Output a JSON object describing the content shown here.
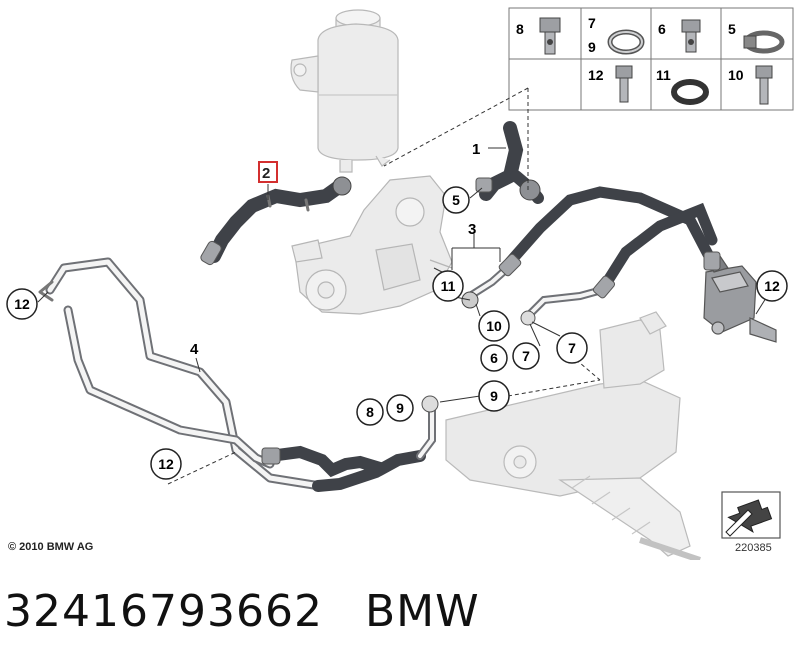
{
  "parts_table": [
    {
      "no": "8",
      "icon": "banjo-bolt-icon"
    },
    {
      "no": "7",
      "no2": "9",
      "icon": "sealing-ring-icon"
    },
    {
      "no": "6",
      "icon": "banjo-bolt-small-icon"
    },
    {
      "no": "5",
      "icon": "hose-clamp-icon"
    },
    {
      "no": "12",
      "icon": "hex-bolt-icon"
    },
    {
      "no": "11",
      "icon": "o-ring-icon"
    },
    {
      "no": "10",
      "icon": "hex-bolt-long-icon"
    }
  ],
  "callouts": {
    "part2": "2",
    "part1": "1",
    "part3": "3",
    "part4": "4",
    "c5": "5",
    "c11": "11",
    "c10": "10",
    "c6": "6",
    "c7a": "7",
    "c7b": "7",
    "c12a": "12",
    "c12b": "12",
    "c12c": "12",
    "c8": "8",
    "c9a": "9",
    "c9b": "9"
  },
  "colors": {
    "highlight": "#d32f2f",
    "hose": "#3f4248",
    "ghost": "#e6e6e6",
    "ghost_stroke": "#b9b9b9",
    "line": "#333333"
  },
  "footer": {
    "copyright": "© 2010 BMW AG",
    "image_no": "220385"
  },
  "caption": {
    "part_number": "32416793662",
    "brand": "BMW"
  }
}
